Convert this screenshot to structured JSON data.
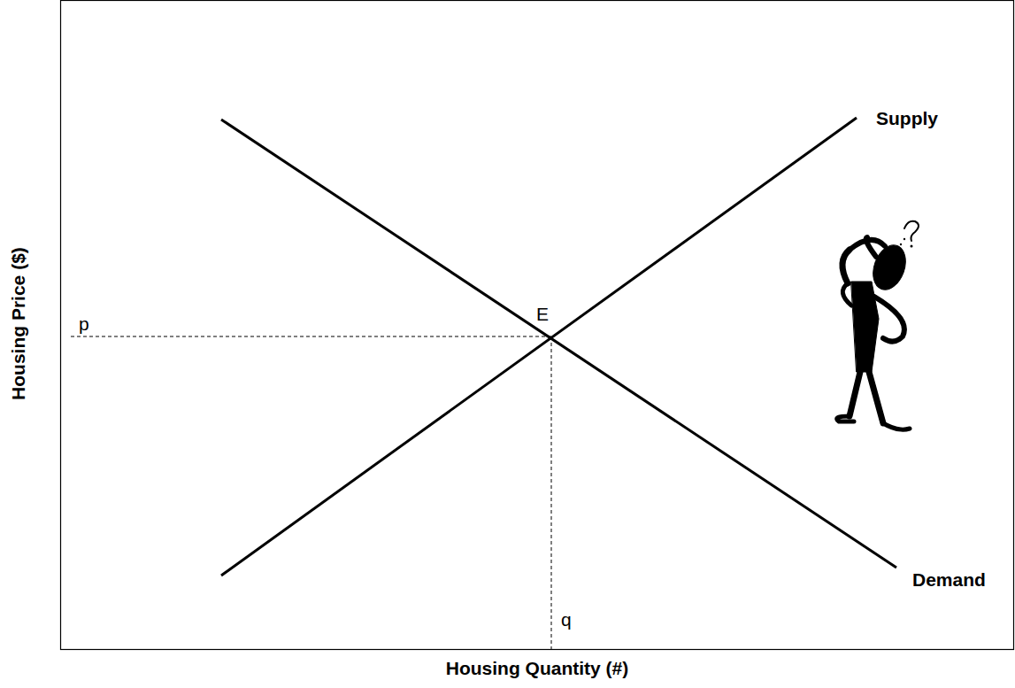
{
  "diagram": {
    "labels": [
      "Supply",
      "E",
      "p",
      "Demand",
      "q",
      "Housing Price ($)",
      "Housing Quantity (#)"
    ]
  }
}
